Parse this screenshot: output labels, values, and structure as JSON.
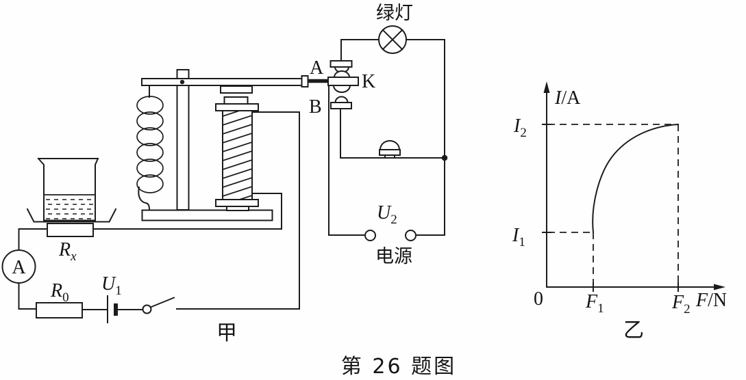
{
  "figure": {
    "caption": "第 26 题图",
    "diagram_label": "甲",
    "graph_label": "乙"
  },
  "relay_circuit": {
    "green_lamp_label": "绿灯",
    "contact_a": "A",
    "contact_b": "B",
    "armature_k": "K",
    "power_supply_label": "电源",
    "u2_main": "U",
    "u2_sub": "2"
  },
  "control_circuit": {
    "ammeter_label": "A",
    "rx_main": "R",
    "rx_sub": "x",
    "r0_main": "R",
    "r0_sub": "0",
    "u1_main": "U",
    "u1_sub": "1"
  },
  "chart_data": {
    "type": "line",
    "title": "",
    "xlabel": "F/N",
    "ylabel": "I/A",
    "x_ticks": [
      "0",
      "F1",
      "F2"
    ],
    "y_ticks": [
      "I1",
      "I2"
    ],
    "grid": false,
    "legend": "none",
    "axis_ranges": "symbolic only, no numeric values shown",
    "series": [
      {
        "name": "I versus F characteristic",
        "points_symbolic": [
          [
            "F1",
            "I1"
          ],
          [
            "F2",
            "I2"
          ]
        ],
        "shape": "curve starts at (F1, I1) rising almost vertically, bends right (concave toward F axis) and flattens, ending at (F2, I2)"
      }
    ],
    "guides": [
      "horizontal dashed line at I2 from y-axis to (F2, I2)",
      "horizontal dashed line at I1 from y-axis to (F1, I1)",
      "vertical dashed line at F1 from curve start down to x-axis",
      "vertical dashed line at F2 from (F2, I2) down to x-axis"
    ],
    "labels": {
      "y_axis_main": "I",
      "y_axis_rest": "/A",
      "x_axis_main": "F",
      "x_axis_rest": "/N",
      "origin": "0",
      "i2_main": "I",
      "i2_sub": "2",
      "i1_main": "I",
      "i1_sub": "1",
      "f1_main": "F",
      "f1_sub": "1",
      "f2_main": "F",
      "f2_sub": "2"
    }
  }
}
